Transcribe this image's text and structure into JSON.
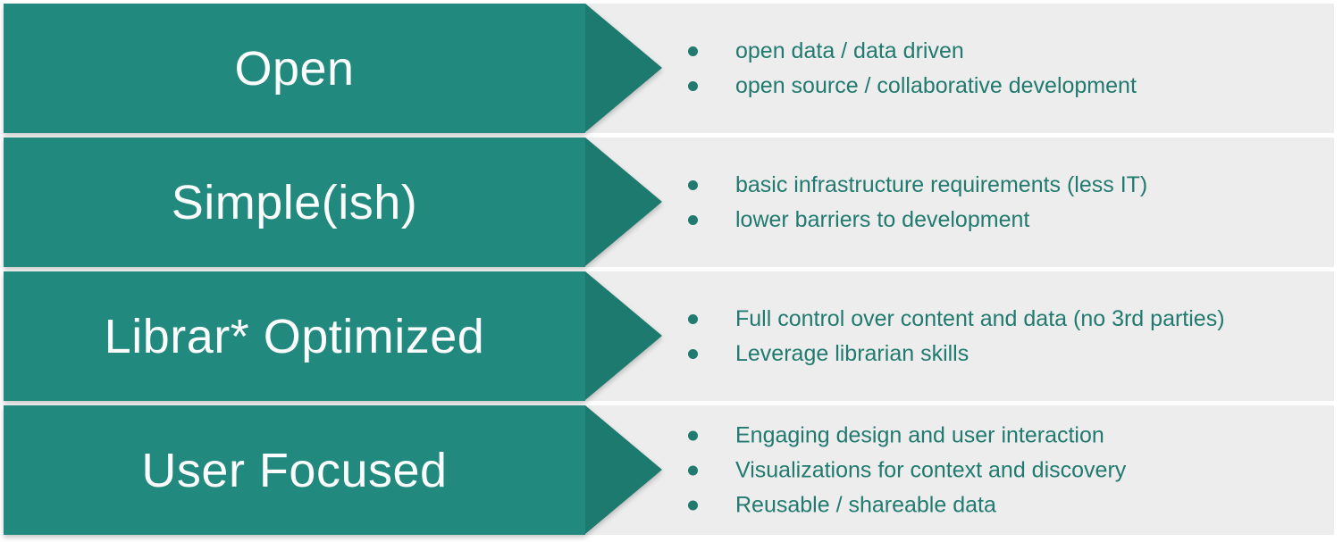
{
  "theme": {
    "banner_color": "#21897e",
    "arrow_color": "#1c7a6e",
    "band_color": "#ededed",
    "bullet_text_color": "#217a6f",
    "heading_color": "#fbfdfd"
  },
  "rows": [
    {
      "heading": "Open",
      "bullets": [
        "open data / data driven",
        "open source / collaborative development"
      ]
    },
    {
      "heading": "Simple(ish)",
      "bullets": [
        "basic infrastructure requirements (less IT)",
        "lower barriers to development"
      ]
    },
    {
      "heading": "Librar* Optimized",
      "bullets": [
        "Full control over content and data (no 3rd parties)",
        "Leverage librarian skills"
      ]
    },
    {
      "heading": "User Focused",
      "bullets": [
        "Engaging design and user interaction",
        "Visualizations for context and discovery",
        "Reusable / shareable data"
      ]
    }
  ]
}
